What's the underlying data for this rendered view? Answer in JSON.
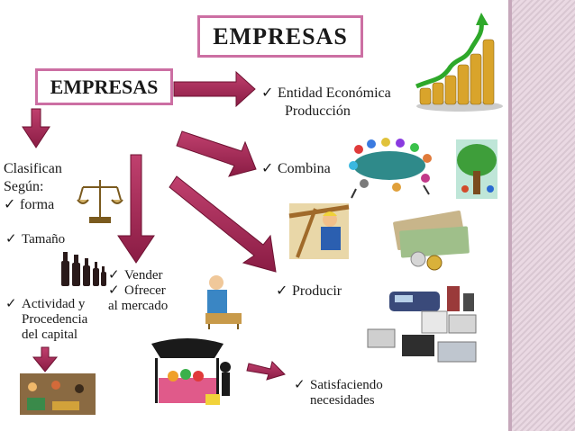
{
  "title": "EMPRESAS",
  "main_node": "EMPRESAS",
  "check_glyph": "✓",
  "nodes": {
    "entidad": {
      "line1": "Entidad Económica",
      "line2": "Producción"
    },
    "combina": "Combina",
    "producir": "Producir",
    "satisfaciendo": {
      "line1": "Satisfaciendo",
      "line2": "necesidades"
    },
    "clasifican": {
      "line1": "Clasifican",
      "line2": "Según:",
      "item": "forma"
    },
    "tamano": "Tamaño",
    "actividad": {
      "line1": "Actividad y",
      "line2": "Procedencia",
      "line3": "del capital"
    },
    "vender": {
      "item1": "Vender",
      "item2": "Ofrecer",
      "line3": "al mercado"
    }
  },
  "colors": {
    "border": "#cc6fa3",
    "arrow": "#a3234f",
    "arrow_dark": "#7a1538",
    "stripe": "#d9c7d2"
  },
  "icons": [
    "growth-chart-icon",
    "scales-icon",
    "bottles-icon",
    "meeting-table-icon",
    "tree-icon",
    "builder-icon",
    "money-icon",
    "seller-icon",
    "office-equipment-icon",
    "market-stall-icon",
    "market-photo-icon"
  ]
}
